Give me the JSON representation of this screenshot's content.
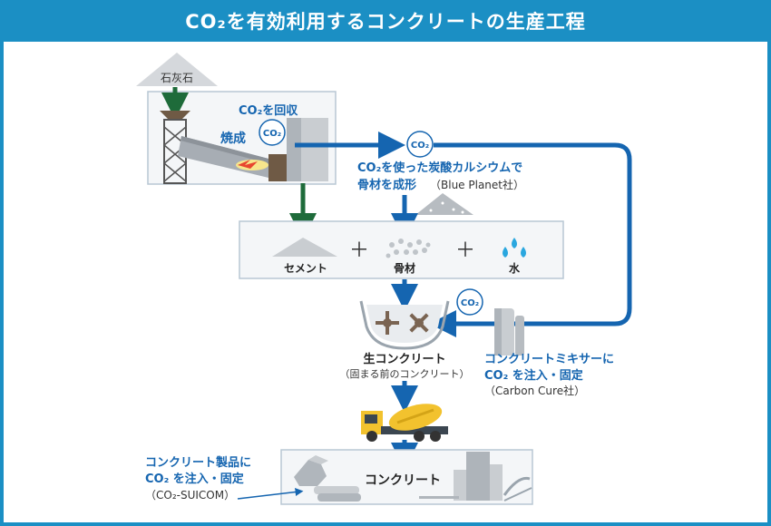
{
  "title": "CO₂を有効利用するコンクリートの生産工程",
  "colors": {
    "accent": "#1b8fc4",
    "blue_arrow": "#1565b0",
    "green_arrow": "#1e6b3a",
    "text_blue": "#1565b0",
    "panel_border": "#b8c7d4"
  },
  "labels": {
    "limestone": "石灰石",
    "calcination": "焼成",
    "co2_capture": "CO₂を回収",
    "co2": "CO₂",
    "aggregate_desc_1": "CO₂を使った炭酸カルシウムで",
    "aggregate_desc_2": "骨材を成形",
    "aggregate_company": "（Blue Planet社）",
    "cement": "セメント",
    "aggregate": "骨材",
    "water": "水",
    "plus": "＋",
    "fresh_concrete": "生コンクリート",
    "fresh_concrete_note": "（固まる前のコンクリート）",
    "mixer_desc_1": "コンクリートミキサーに",
    "mixer_desc_2": "CO₂ を注入・固定",
    "mixer_company": "（Carbon Cure社）",
    "product_desc_1": "コンクリート製品に",
    "product_desc_2": "CO₂ を注入・固定",
    "product_company": "（CO₂-SUICOM）",
    "concrete": "コンクリート"
  }
}
